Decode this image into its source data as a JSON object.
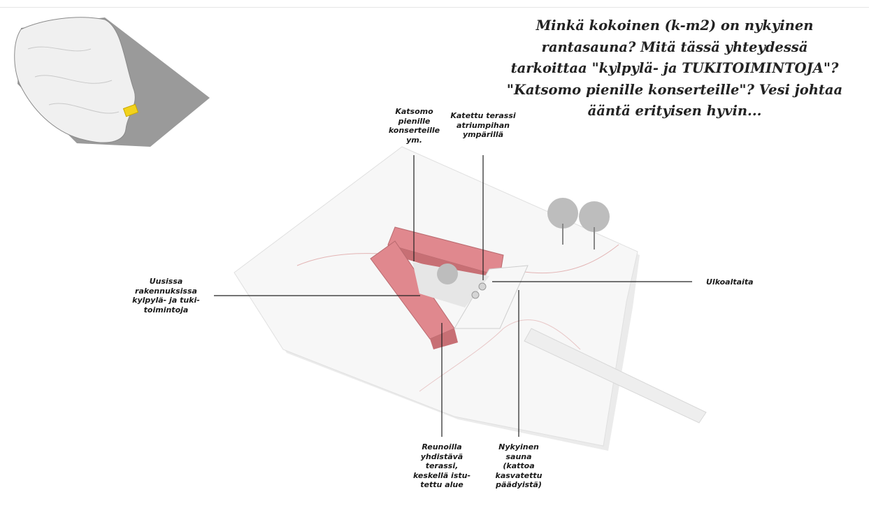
{
  "question": {
    "lines": [
      "Minkä kokoinen (k-m2) on nykyinen",
      "rantasauna? Mitä tässä yhteydessä",
      "tarkoittaa \"kylpylä- ja TUKITOIMINTOJA\"?",
      "\"Katsomo pienille konserteille\"? Vesi johtaa",
      "ääntä erityisen hyvin..."
    ]
  },
  "labels": {
    "katsomo": [
      "Katsomo",
      "pienille",
      "konserteille",
      "ym."
    ],
    "terassi": [
      "Katettu terassi",
      "atriumpihan",
      "ympärillä"
    ],
    "uusissa": [
      "Uusissa",
      "rakennuksissa",
      "kylpylä- ja tuki-",
      "toimintoja"
    ],
    "ulkoaltaita": [
      "Ulkoaltaita"
    ],
    "reunoilla": [
      "Reunoilla",
      "yhdistävä",
      "terassi,",
      "keskellä istu-",
      "tettu alue"
    ],
    "sauna": [
      "Nykyinen",
      "sauna",
      "(kattoa",
      "kasvatettu",
      "päädyistä)"
    ]
  },
  "colors": {
    "roof_red": "#e0888e",
    "roof_red_light": "#f2c4c6",
    "site": "#f4f4f4",
    "locator_map": "#c8c8c8",
    "water_dark": "#9a9a9a",
    "highlight_yellow": "#f2d21c"
  }
}
